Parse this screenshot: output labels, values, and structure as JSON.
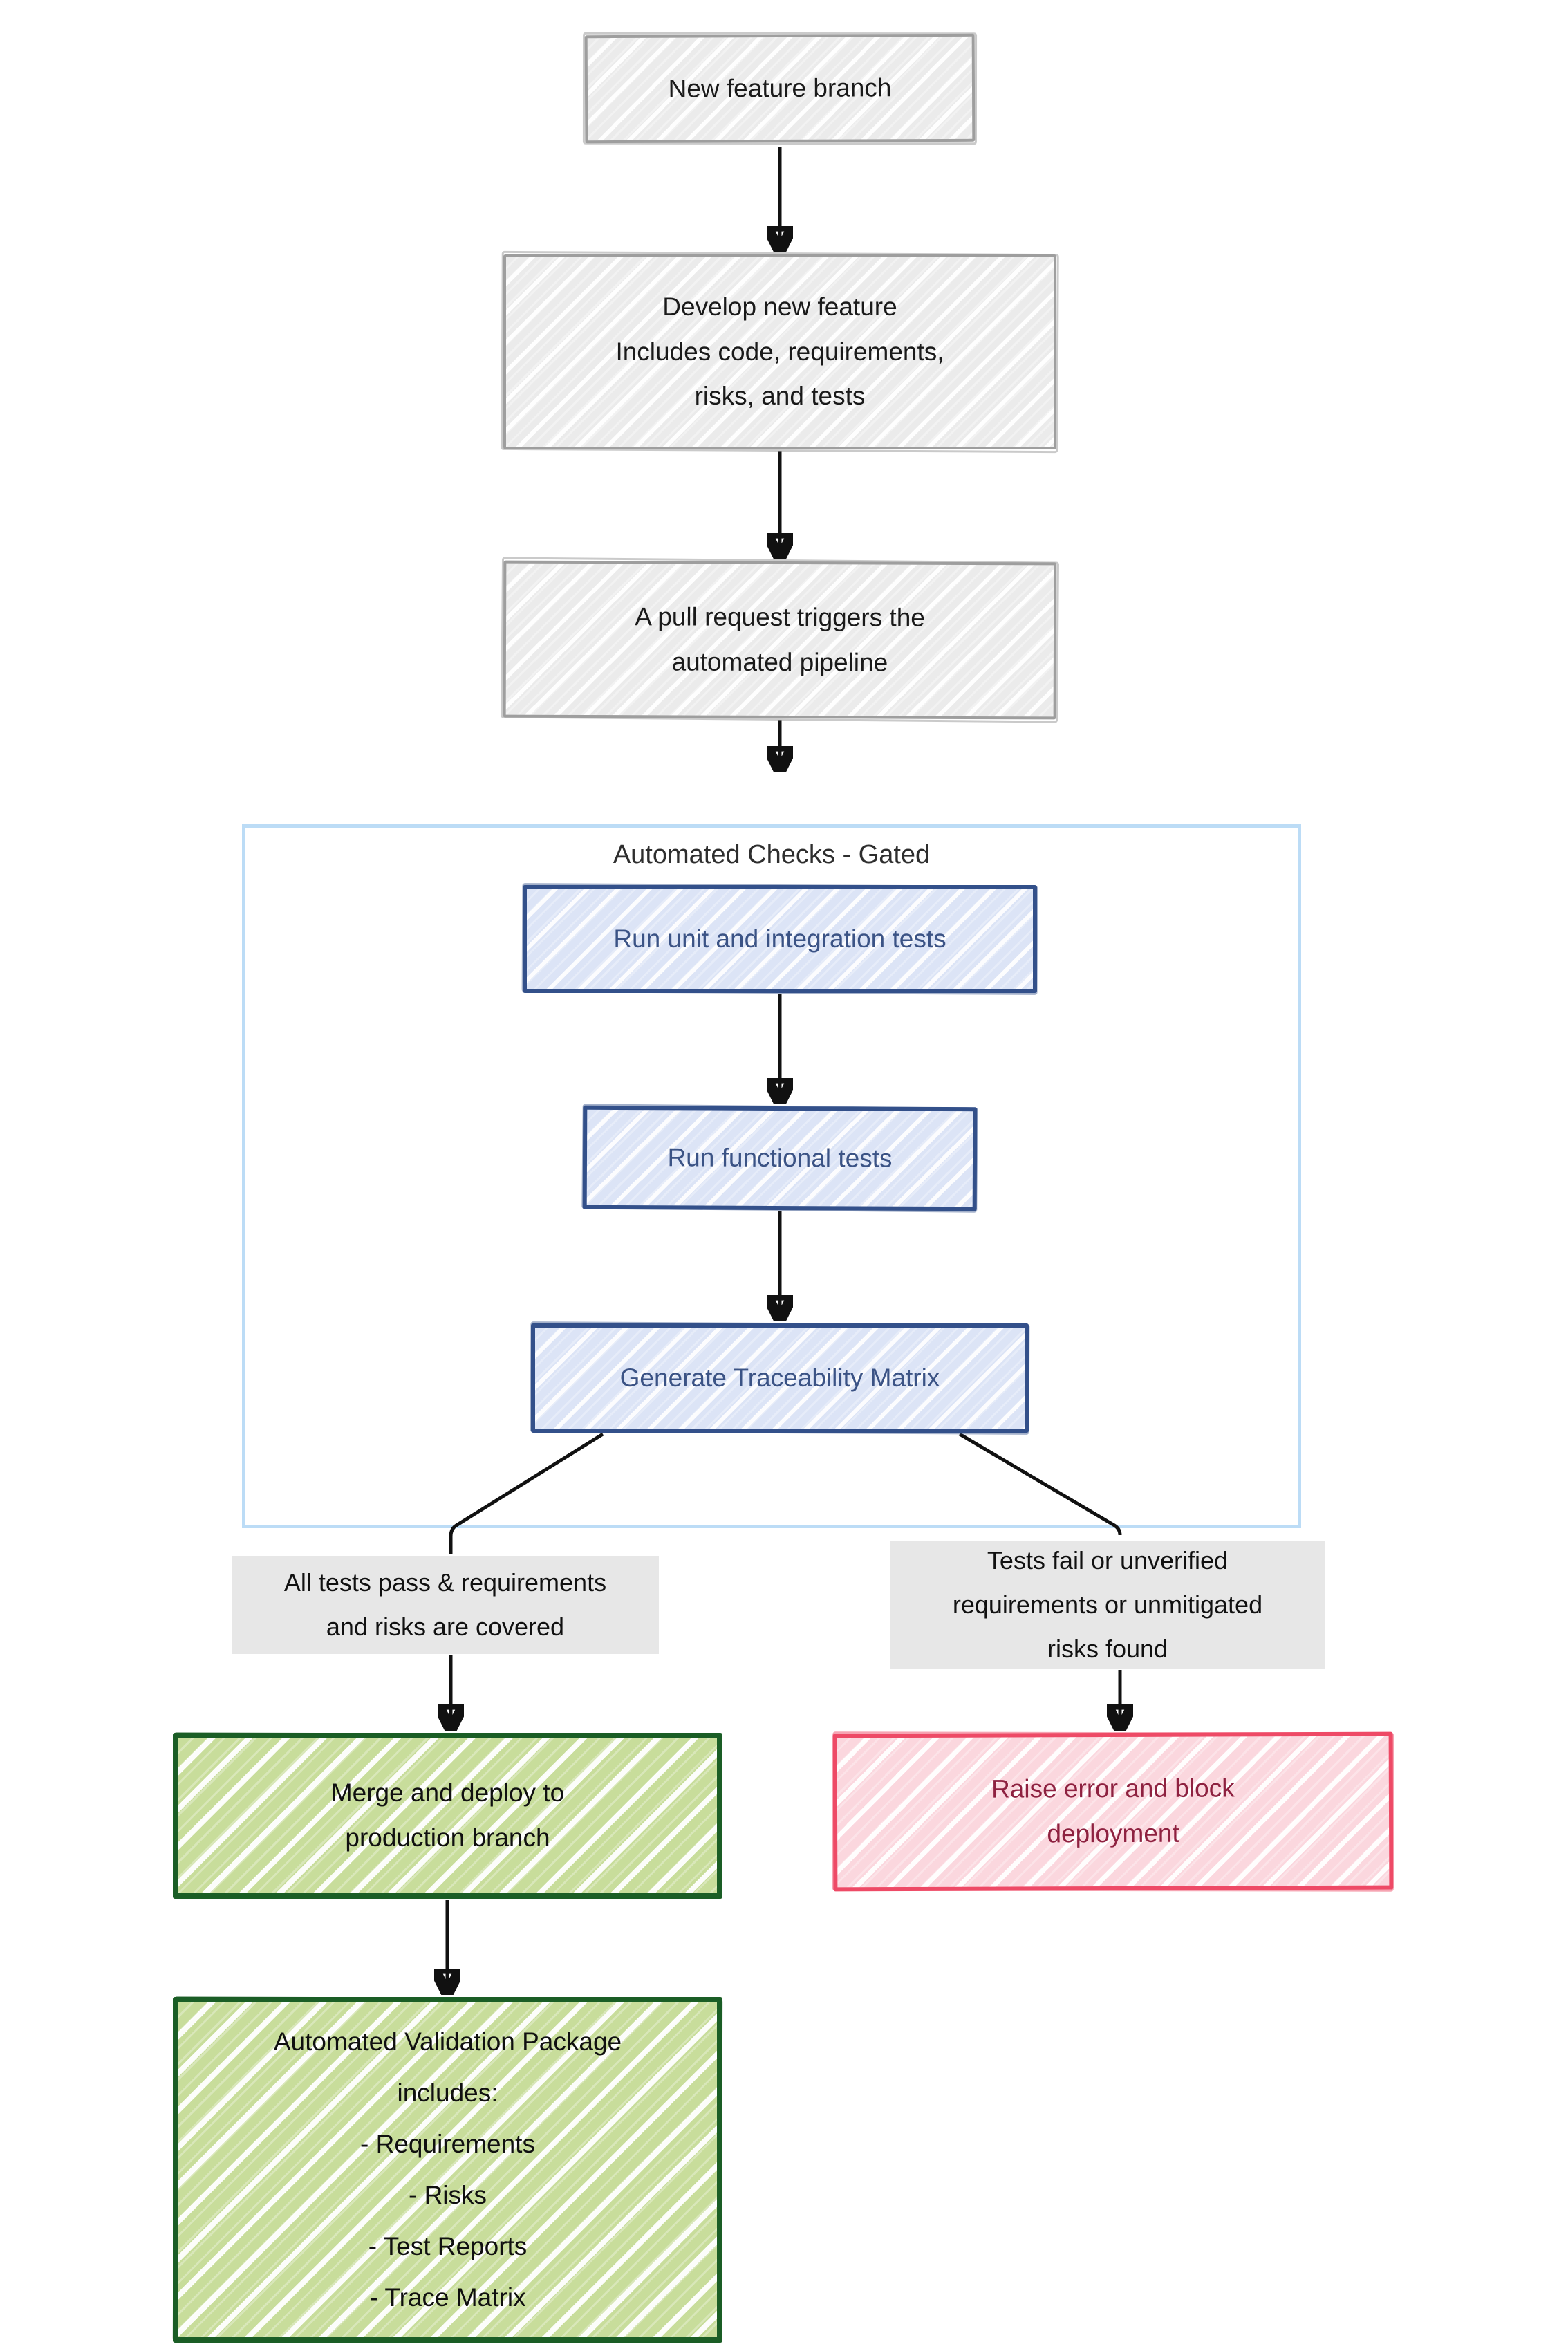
{
  "diagram": {
    "type": "flowchart",
    "style": "hand-drawn",
    "direction": "top-down"
  },
  "nodes": {
    "new_feature_branch": {
      "text": "New feature branch"
    },
    "develop_feature": {
      "lines": [
        "Develop new feature",
        "Includes code, requirements,",
        "risks, and tests"
      ]
    },
    "pull_request": {
      "lines": [
        "A pull request triggers the",
        "automated pipeline"
      ]
    },
    "run_unit_integration": {
      "text": "Run unit and integration tests"
    },
    "run_functional": {
      "text": "Run functional tests"
    },
    "generate_traceability": {
      "text": "Generate Traceability Matrix"
    },
    "merge_deploy": {
      "lines": [
        "Merge and deploy to",
        "production branch"
      ]
    },
    "validation_package": {
      "lines": [
        "Automated Validation Package",
        "includes:",
        "- Requirements",
        "- Risks",
        "- Test Reports",
        "- Trace Matrix"
      ]
    },
    "raise_error": {
      "lines": [
        "Raise error and block",
        "deployment"
      ]
    }
  },
  "subgraph": {
    "title": "Automated Checks - Gated"
  },
  "edge_labels": {
    "pass": {
      "lines": [
        "All tests pass & requirements",
        "and risks are covered"
      ]
    },
    "fail": {
      "lines": [
        "Tests fail or unverified",
        "requirements or unmitigated",
        "risks found"
      ]
    }
  },
  "palette": {
    "node_gray_fill": "#ebebeb",
    "node_gray_border": "#9e9e9e",
    "node_gray_text": "#1a1a1a",
    "node_blue_fill": "#dce4f6",
    "node_blue_border": "#33508a",
    "node_blue_text": "#3b5385",
    "node_green_fill": "#c8dd9b",
    "node_green_border": "#1b5e26",
    "node_green_text": "#101010",
    "node_pink_fill": "#fbd7de",
    "node_pink_border": "#ee4a66",
    "node_pink_text": "#8e2140",
    "subgraph_border": "#bcdcf6",
    "edge_label_bg": "#e7e7e7",
    "arrow_color": "#111111"
  }
}
